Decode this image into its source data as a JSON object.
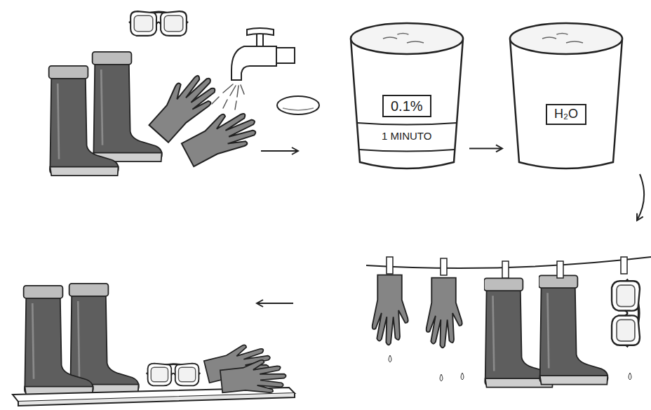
{
  "diagram": {
    "nodes": [
      {
        "text": [
          "0.1%",
          "1 MINUTO"
        ]
      },
      {
        "text": [
          "H₂O"
        ]
      }
    ],
    "edges": [
      {
        "from": 0,
        "to": 1,
        "arrow": "to"
      }
    ]
  }
}
